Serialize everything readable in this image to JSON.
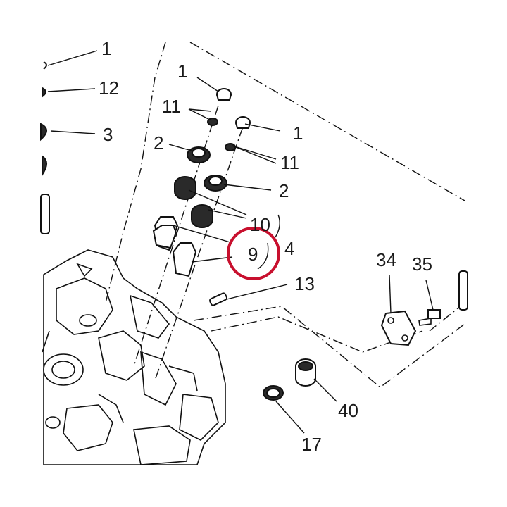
{
  "labels": {
    "p1_a": "1",
    "p12": "12",
    "p3": "3",
    "p1_b": "1",
    "p11_a": "11",
    "p1_c": "1",
    "p2_a": "2",
    "p11_b": "11",
    "p2_b": "2",
    "p10": "10",
    "p9": "9",
    "p4": "4",
    "p13": "13",
    "p34": "34",
    "p35": "35",
    "p40": "40",
    "p17": "17"
  },
  "highlight": {
    "target": "9",
    "color": "#c8102e"
  },
  "colors": {
    "line": "#111111",
    "background": "#ffffff"
  }
}
